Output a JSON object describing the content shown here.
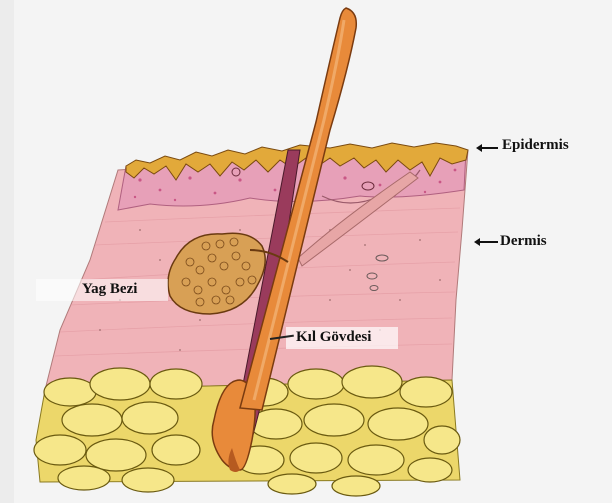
{
  "labels": {
    "epidermis": "Epidermis",
    "dermis": "Dermis",
    "sebaceous_gland": "Yag Bezi",
    "hair_shaft": "Kıl Gövdesi"
  },
  "colors": {
    "hair": "#e88a3a",
    "hair_outline": "#7a3b10",
    "epidermis": "#e2a93a",
    "upper_dermis": "#e7a0b8",
    "dermis": "#f0b3b8",
    "fat": "#f3e07a",
    "gland": "#d8a055",
    "follicle_sheath": "#9a3b5c"
  }
}
